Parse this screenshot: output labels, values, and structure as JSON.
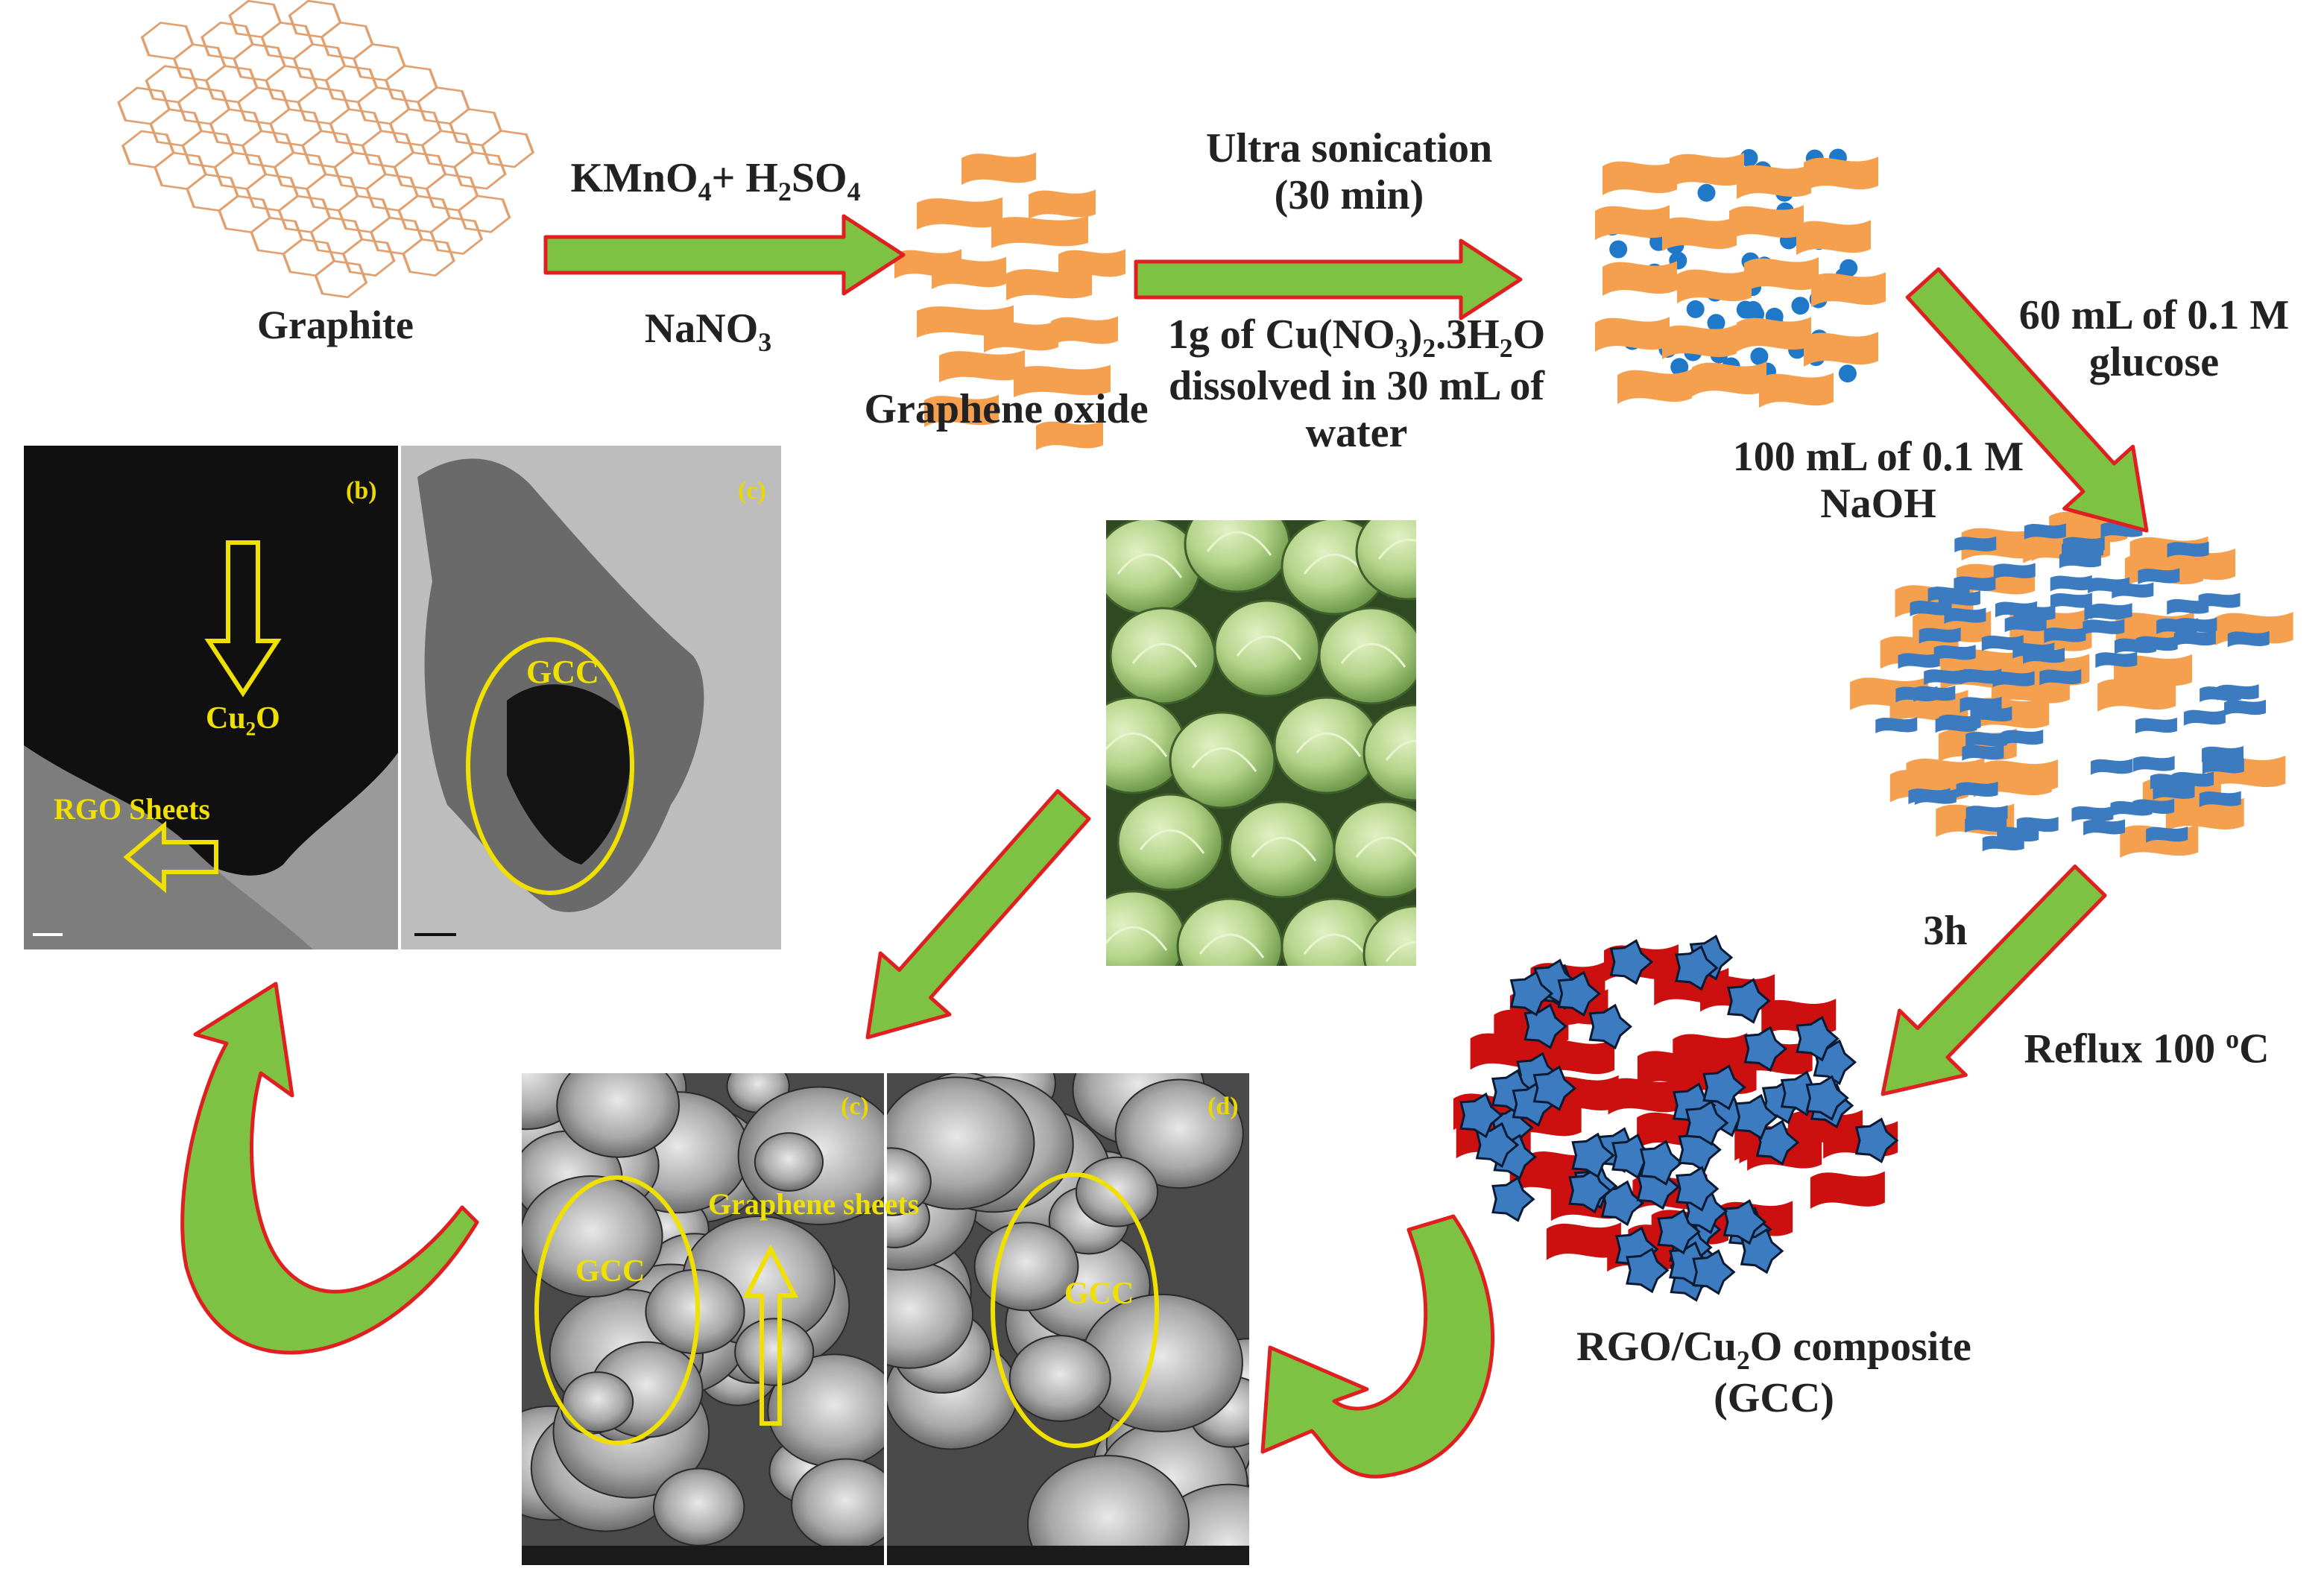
{
  "labels": {
    "graphite": "Graphite",
    "reagents_top_a": "KMnO",
    "reagents_top_sub1": "4",
    "reagents_top_b": "+ H",
    "reagents_top_sub2": "2",
    "reagents_top_c": "SO",
    "reagents_top_sub3": "4",
    "reagents_bottom_a": "NaNO",
    "reagents_bottom_sub": "3",
    "graphene_oxide": "Graphene oxide",
    "sonication_line1": "Ultra sonication",
    "sonication_line2": "(30 min)",
    "copper_a": "1g of Cu(NO",
    "copper_sub1": "3",
    "copper_b": ")",
    "copper_sub2": "2",
    "copper_c": ".3H",
    "copper_sub3": "2",
    "copper_d": "O",
    "copper_line2": "dissolved in 30 mL of",
    "copper_line3": "water",
    "glucose_line1": "60 mL of 0.1 M",
    "glucose_line2": "glucose",
    "naoh_line1": "100 mL of 0.1 M",
    "naoh_line2": "NaOH",
    "time": "3h",
    "reflux_a": "Reflux 100 ",
    "reflux_sup": "o",
    "reflux_b": "C",
    "composite_a": "RGO/Cu",
    "composite_sub": "2",
    "composite_b": "O composite",
    "composite_line2": "(GCC)"
  },
  "tem_panels": {
    "left_tag": "(b)",
    "left_cu2o_a": "Cu",
    "left_cu2o_sub": "2",
    "left_cu2o_b": "O",
    "left_rgo": "RGO Sheets",
    "right_tag": "(c)",
    "right_gcc": "GCC"
  },
  "sem_panels": {
    "left_tag": "(c)",
    "left_gcc": "GCC",
    "left_graphene": "Graphene sheets",
    "right_tag": "(d)",
    "right_gcc": "GCC"
  },
  "colors": {
    "arrow_fill": "#7dc242",
    "arrow_outline": "#e02020",
    "sheet_orange": "#f4a04e",
    "dot_blue": "#1f78c8",
    "cu2o_blue": "#3d7bc0",
    "composite_red": "#cc1010",
    "annotation_yellow": "#f0e000",
    "lattice_orange": "#e0a070"
  }
}
